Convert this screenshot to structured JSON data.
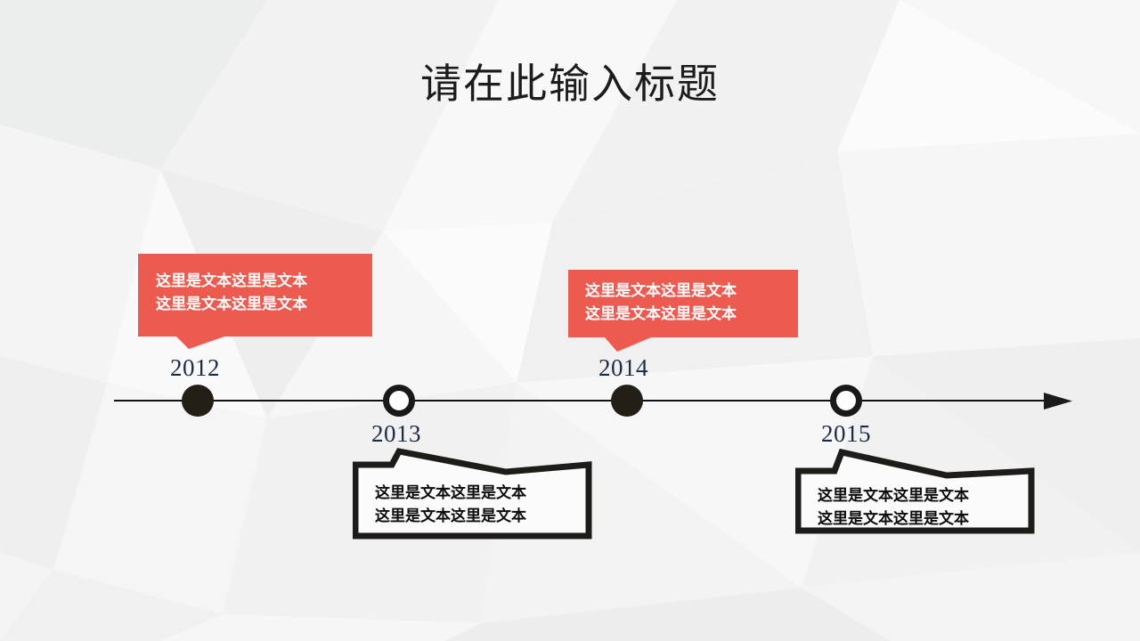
{
  "slide": {
    "title": "请在此输入标题",
    "colors": {
      "accent_red": "#ec5a50",
      "outline_black": "#1e1c19",
      "year_navy": "#1b2d45",
      "background_light": "#fafafa",
      "background_gray": "#eceded"
    }
  },
  "timeline": {
    "arrow_direction": "right",
    "events": [
      {
        "year": "2012",
        "marker": "filled-dot",
        "callout_style": "red-filled",
        "callout_position": "above",
        "text_line1": "这里是文本这里是文本",
        "text_line2": "这里是文本这里是文本"
      },
      {
        "year": "2013",
        "marker": "hollow-ring",
        "callout_style": "outlined",
        "callout_position": "below",
        "text_line1": "这里是文本这里是文本",
        "text_line2": "这里是文本这里是文本"
      },
      {
        "year": "2014",
        "marker": "filled-dot",
        "callout_style": "red-filled",
        "callout_position": "above",
        "text_line1": "这里是文本这里是文本",
        "text_line2": "这里是文本这里是文本"
      },
      {
        "year": "2015",
        "marker": "hollow-ring",
        "callout_style": "outlined",
        "callout_position": "below",
        "text_line1": "这里是文本这里是文本",
        "text_line2": "这里是文本这里是文本"
      }
    ]
  }
}
